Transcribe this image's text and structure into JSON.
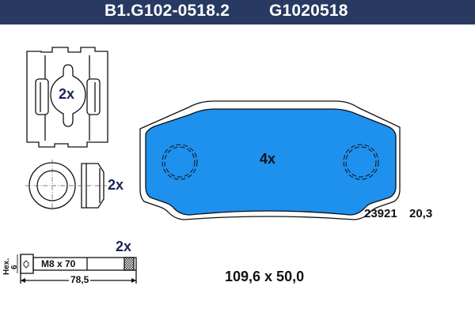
{
  "header": {
    "article_number": "B1.G102-0518.2",
    "short_number": "G1020518"
  },
  "clip": {
    "quantity": "2x",
    "icon": "retaining-clip-icon"
  },
  "sleeve": {
    "quantity": "2x",
    "icon": "guide-sleeve-icon"
  },
  "bolt": {
    "quantity": "2x",
    "thread_label": "M8 x 70",
    "length_label": "78,5",
    "hex_label": "Hex.",
    "hex_size": "6",
    "icon": "guide-bolt-icon"
  },
  "pad": {
    "quantity": "4x",
    "wva_number": "23921",
    "thickness": "20,3",
    "dimensions": "109,6 x 50,0",
    "fill_color": "#1e90ee",
    "icon": "brake-pad-icon"
  },
  "colors": {
    "header_bg": "#283a62",
    "qty_text": "#1a2556",
    "pad_fill": "#1e90ee"
  }
}
